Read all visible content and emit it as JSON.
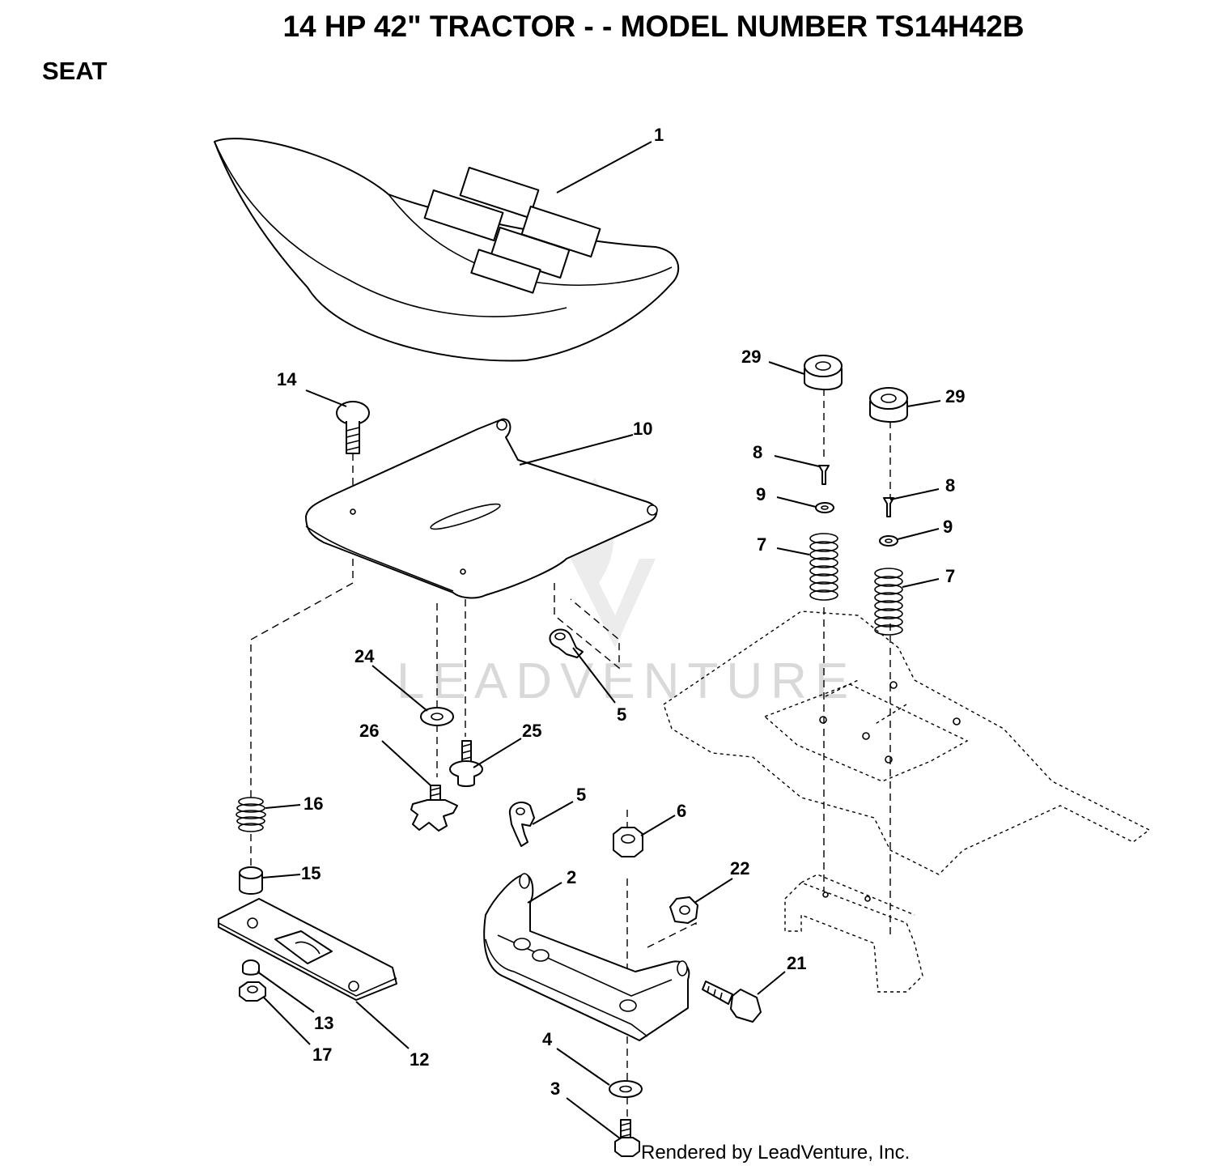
{
  "header": {
    "title": "14 HP 42\" TRACTOR - - MODEL NUMBER TS14H42B",
    "section": "SEAT"
  },
  "watermark": {
    "text": "LEADVENTURE"
  },
  "callouts": {
    "c1": "1",
    "c2": "2",
    "c3": "3",
    "c4": "4",
    "c5a": "5",
    "c5b": "5",
    "c6": "6",
    "c7a": "7",
    "c7b": "7",
    "c8a": "8",
    "c8b": "8",
    "c9a": "9",
    "c9b": "9",
    "c10": "10",
    "c12": "12",
    "c13": "13",
    "c14": "14",
    "c15": "15",
    "c16": "16",
    "c17": "17",
    "c21": "21",
    "c22": "22",
    "c24": "24",
    "c25": "25",
    "c26": "26",
    "c29a": "29",
    "c29b": "29"
  },
  "footer": {
    "text": "Rendered by LeadVenture, Inc."
  }
}
